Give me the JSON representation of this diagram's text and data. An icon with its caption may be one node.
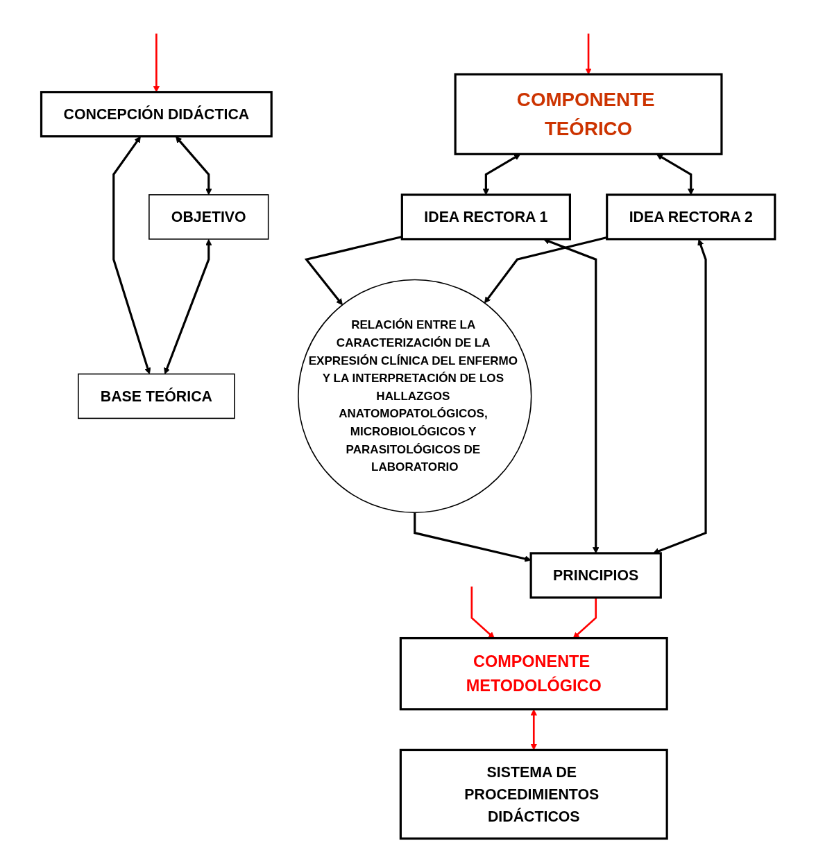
{
  "diagram": {
    "nodes": [
      {
        "text": [
          "CONCEPCIÓN DIDÁCTICA"
        ]
      },
      {
        "text": [
          "OBJETIVO"
        ]
      },
      {
        "text": [
          "BASE TEÓRICA"
        ]
      },
      {
        "text": [
          "COMPONENTE TEÓRICO"
        ]
      },
      {
        "text": [
          "IDEA RECTORA 1"
        ]
      },
      {
        "text": [
          "RELACIÓN ENTRE LA CARACTERIZACIÓN DE LA EXPRESIÓN CLÍNICA DEL ENFERMO Y LA INTERPRETACIÓN DE LOS HALLAZGOS ANATOMOPATOLÓGICOS, MICROBIOLÓGICOS Y PARASITOLÓGICOS DE LABORATORIO"
        ]
      },
      {
        "text": [
          "IDEA RECTORA 2"
        ]
      },
      {
        "text": [
          "PRINCIPIOS"
        ]
      },
      {
        "text": [
          "COMPONENTE METODOLÓGICO"
        ]
      },
      {
        "text": [
          "SISTEMA DE PROCEDIMIENTOS DIDÁCTICOS"
        ]
      }
    ],
    "edges": [
      {
        "from": 0,
        "to": 1,
        "arrow": "both"
      },
      {
        "from": 0,
        "to": 2,
        "arrow": "both"
      },
      {
        "from": 1,
        "to": 2,
        "arrow": "both"
      },
      {
        "from": null,
        "to": 0,
        "arrow": "to",
        "color": "#ff0000"
      },
      {
        "from": null,
        "to": 3,
        "arrow": "to",
        "color": "#ff0000"
      },
      {
        "from": null,
        "to": 8,
        "arrow": "to",
        "color": "#ff0000"
      },
      {
        "from": 3,
        "to": 4,
        "arrow": "both"
      },
      {
        "from": 3,
        "to": 6,
        "arrow": "both"
      },
      {
        "from": 4,
        "to": 5,
        "arrow": "to"
      },
      {
        "from": 6,
        "to": 5,
        "arrow": "to"
      },
      {
        "from": 5,
        "to": 7,
        "arrow": "to"
      },
      {
        "from": 4,
        "to": 7,
        "arrow": "both"
      },
      {
        "from": 6,
        "to": 7,
        "arrow": "both"
      },
      {
        "from": 7,
        "to": 8,
        "arrow": "to",
        "color": "#ff0000"
      },
      {
        "from": 8,
        "to": 9,
        "arrow": "both",
        "color": "#ff0000"
      }
    ]
  }
}
